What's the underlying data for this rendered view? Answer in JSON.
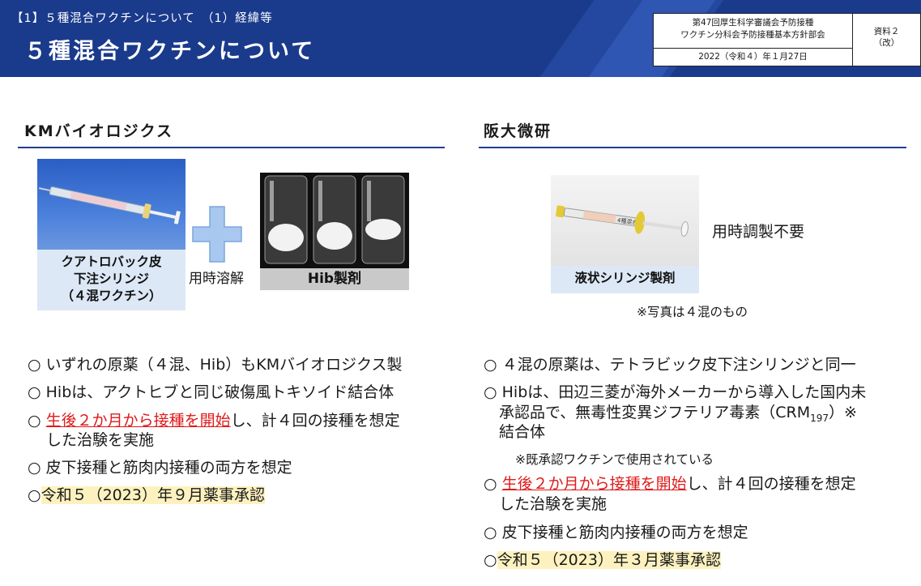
{
  "header": {
    "breadcrumb": "【1】５種混合ワクチンについて　（1）経緯等",
    "title": "５種混合ワクチンについて",
    "committee_line1": "第47回厚生科学審議会予防接種",
    "committee_line2": "ワクチン分科会予防接種基本方針部会",
    "date": "2022（令和４）年１月27日",
    "doc_label_line1": "資料２",
    "doc_label_line2": "（改）",
    "colors": {
      "navy": "#1a3a8c",
      "stripe_light": "#2f56b3",
      "stripe_mid": "#24489f"
    }
  },
  "left": {
    "title": "KMバイオロジクス",
    "syringe_caption_line1": "クアトロバック皮",
    "syringe_caption_line2": "下注シリンジ",
    "syringe_caption_line3": "（４混ワクチン）",
    "plus_icon": "plus-icon",
    "mix_label": "用時溶解",
    "vial_caption": "Hib製剤",
    "bullets": [
      {
        "mark": "○",
        "text": " いずれの原薬（４混、Hib）もKMバイオロジクス製"
      },
      {
        "mark": "○",
        "text": " Hibは、アクトヒブと同じ破傷風トキソイド結合体"
      },
      {
        "mark": "○",
        "red": "生後２か月から接種を開始",
        "rest_line1": "し、計４回の接種を想定",
        "line2": "した治験を実施"
      },
      {
        "mark": "○",
        "text": " 皮下接種と筋肉内接種の両方を想定"
      },
      {
        "mark": "○",
        "text": "令和５（2023）年９月薬事承認"
      }
    ]
  },
  "right": {
    "title": "阪大微研",
    "syringe_caption": "液状シリンジ製剤",
    "no_prep_label": "用時調製不要",
    "photo_note": "※写真は４混のもの",
    "syringe_print": "4種混合",
    "bullets": [
      {
        "mark": "○",
        "text": " ４混の原薬は、テトラビック皮下注シリンジと同一"
      },
      {
        "mark": "○",
        "line1": " Hibは、田辺三菱が海外メーカーから導入した国内未",
        "line2_a": "承認品で、無毒性変異ジフテリア毒素（CRM",
        "line2_sub": "197",
        "line2_b": "）※",
        "line3": "結合体"
      },
      {
        "note": "※既承認ワクチンで使用されている"
      },
      {
        "mark": "○",
        "red": "生後２か月から接種を開始",
        "rest_line1": "し、計４回の接種を想定",
        "line2": "した治験を実施"
      },
      {
        "mark": "○",
        "text": " 皮下接種と筋肉内接種の両方を想定"
      },
      {
        "mark": "○",
        "text": "令和５（2023）年３月薬事承認"
      }
    ]
  },
  "colors": {
    "accent_red": "#e01b1b",
    "highlight": "#fdf2bf",
    "panel_blue": "#dce8f6",
    "rule_blue": "#1f3f8f"
  }
}
